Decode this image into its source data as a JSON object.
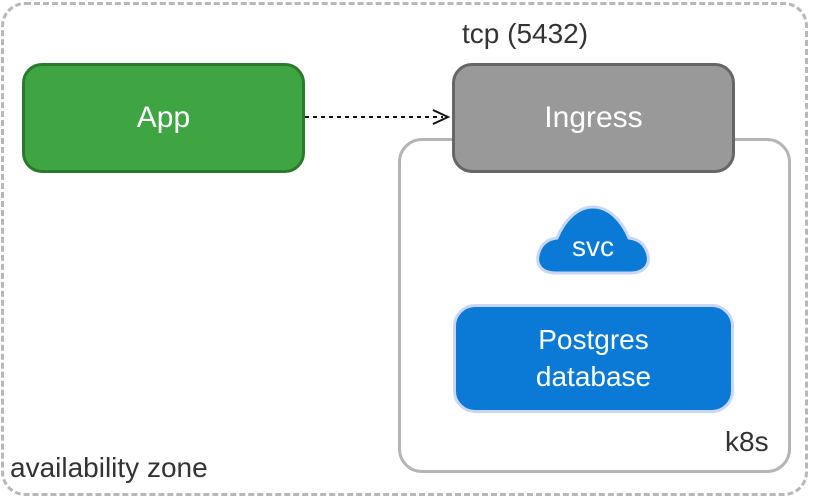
{
  "zone": {
    "label": "availability zone"
  },
  "cluster": {
    "label": "k8s"
  },
  "nodes": {
    "app": "App",
    "ingress": "Ingress",
    "svc": "svc",
    "postgres_line1": "Postgres",
    "postgres_line2": "database"
  },
  "edge": {
    "label": "tcp (5432)"
  },
  "colors": {
    "app_fill": "#3fa543",
    "ingress_fill": "#999999",
    "postgres_fill": "#0a7ad6",
    "svc_fill": "#0a7ad6"
  }
}
